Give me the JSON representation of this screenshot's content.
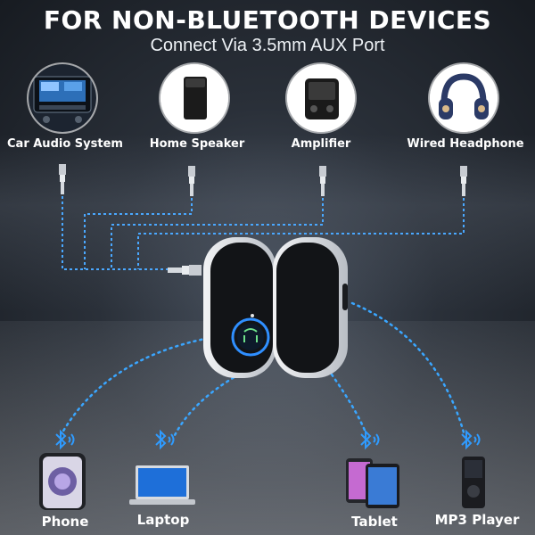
{
  "header": {
    "title": "FOR NON-BLUETOOTH DEVICES",
    "subtitle": "Connect Via 3.5mm AUX Port"
  },
  "wired_devices": [
    {
      "label": "Car Audio System",
      "icon": "car-stereo-icon"
    },
    {
      "label": "Home Speaker",
      "icon": "speaker-icon"
    },
    {
      "label": "Amplifier",
      "icon": "amplifier-icon"
    },
    {
      "label": "Wired Headphone",
      "icon": "headphone-icon"
    }
  ],
  "bluetooth_devices": [
    {
      "label": "Phone",
      "icon": "phone-icon"
    },
    {
      "label": "Laptop",
      "icon": "laptop-icon"
    },
    {
      "label": "Tablet",
      "icon": "tablet-icon"
    },
    {
      "label": "MP3 Player",
      "icon": "mp3-player-icon"
    }
  ],
  "colors": {
    "accent": "#2f9bff",
    "dots": "#3aa6ff",
    "text": "#ffffff"
  }
}
